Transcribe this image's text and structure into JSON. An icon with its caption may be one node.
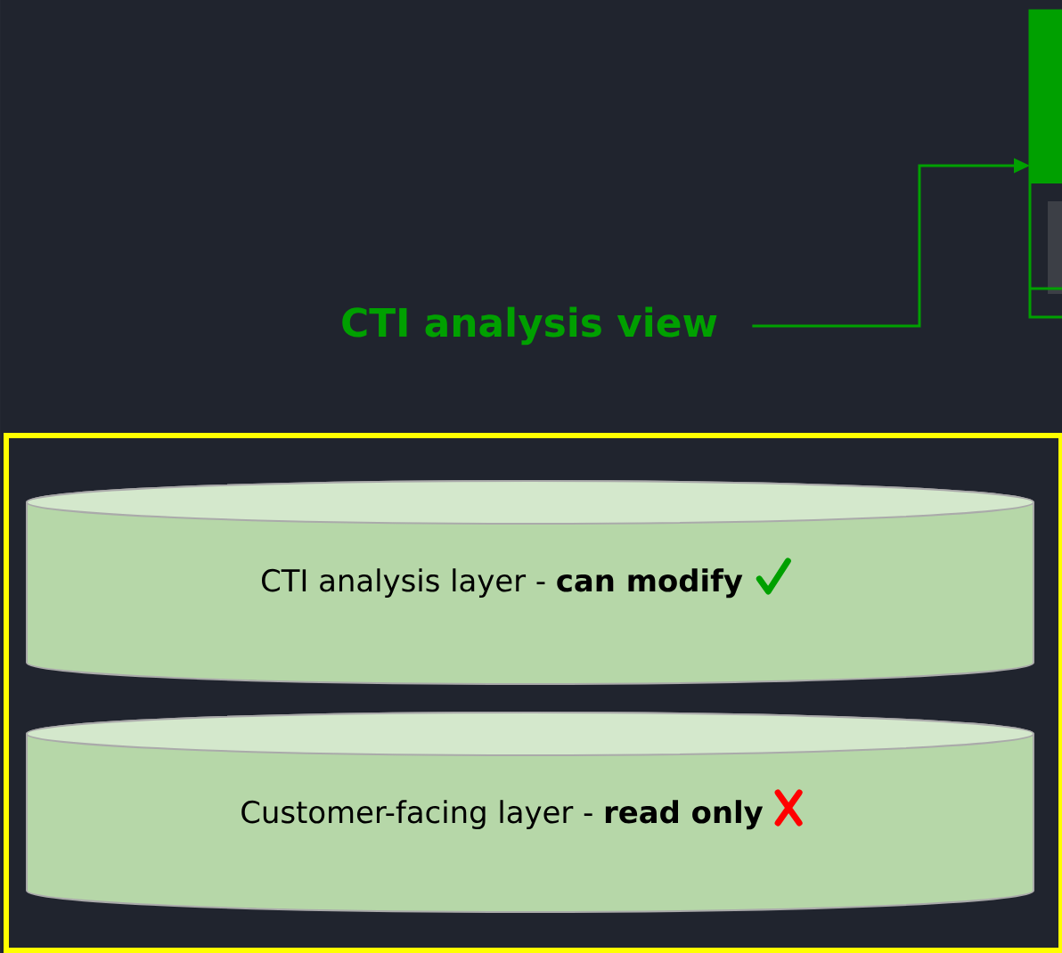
{
  "diagram": {
    "nodes": [
      {
        "text": [
          "CTI analysis view"
        ]
      },
      {
        "text": [],
        "shape": "box"
      },
      {
        "text": [],
        "shape": "box"
      },
      {
        "text": [
          "CTI analysis layer - **can modify**"
        ],
        "in": 2
      },
      {
        "text": [
          "Customer-facing layer - **read only**"
        ],
        "in": 2
      }
    ],
    "edges": [
      {
        "from": 0,
        "to": 1,
        "arrow": "to",
        "color": "#00a000"
      }
    ]
  }
}
